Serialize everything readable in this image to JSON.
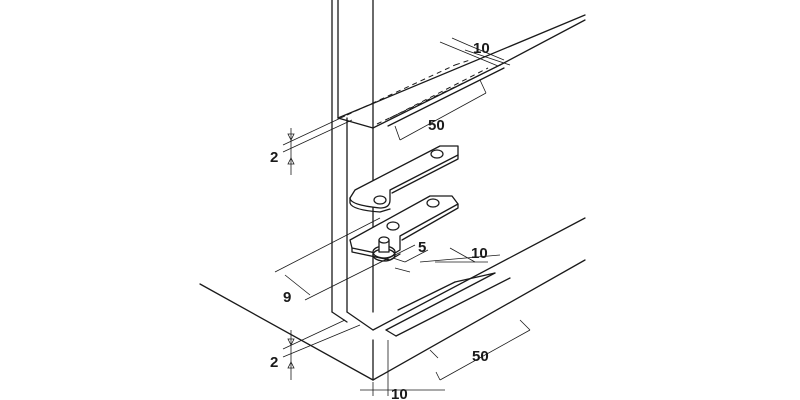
{
  "dimensions": {
    "top_width": "10",
    "top_length": "50",
    "top_depth": "2",
    "pin_dia": "5",
    "bottom_width": "10",
    "pin_offset": "9",
    "bottom_length": "50",
    "bottom_depth": "2",
    "bottom_edge": "10"
  },
  "colors": {
    "line": "#1a1a1a",
    "background": "#ffffff"
  }
}
